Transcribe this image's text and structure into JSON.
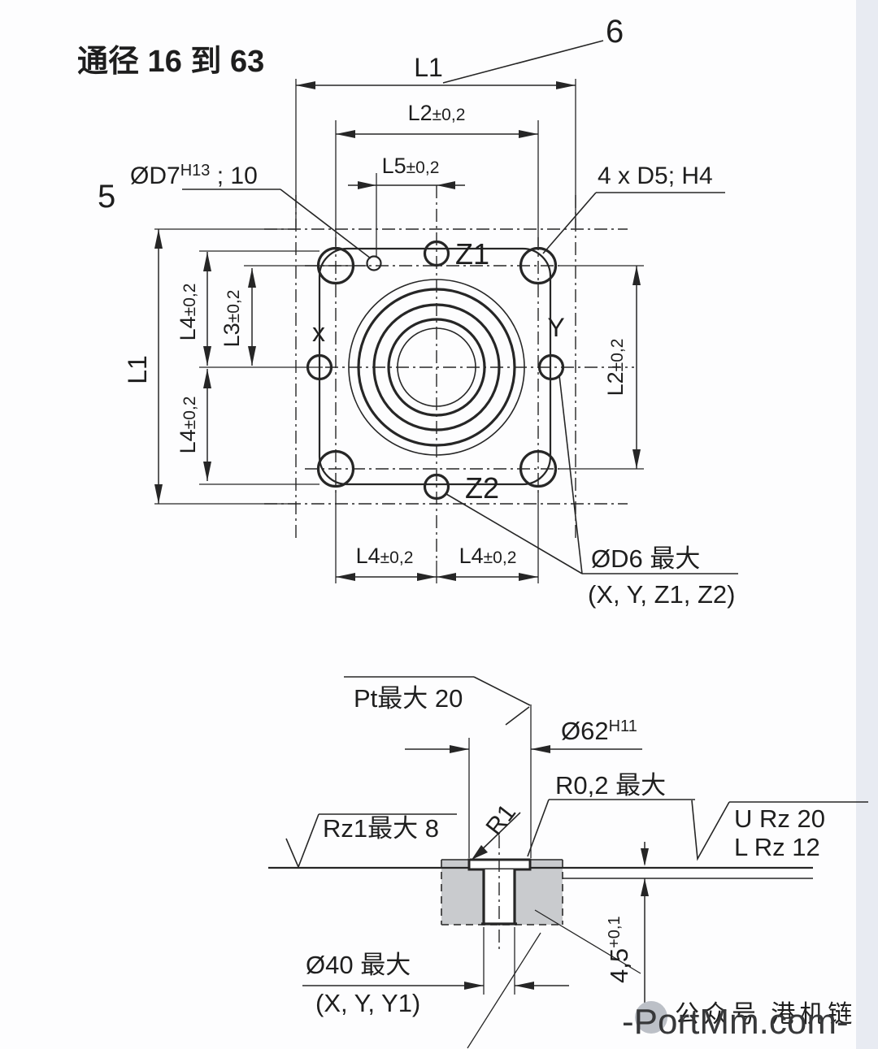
{
  "page": {
    "title": "通径 16 到 63"
  },
  "top_view": {
    "callout_6": "6",
    "callout_5": "5",
    "d7_main": "ØD7",
    "d7_sup": "H13",
    "d7_tail": " ; 10",
    "d5_callout": "4 x D5; H4",
    "l1": "L1",
    "l2": "L2",
    "l3": "L3",
    "l4": "L4",
    "l5": "L5",
    "tol": "±0,2",
    "hole_x": "x",
    "hole_y": "Y",
    "hole_z1": "Z1",
    "hole_z2": "Z2",
    "d6_line1": "ØD6 最大",
    "d6_line2": "(X, Y, Z1, Z2)"
  },
  "section_view": {
    "pt_callout": "Pt最大 20",
    "d62_main": "Ø62",
    "d62_sup": "H11",
    "r02_callout": "R0,2 最大",
    "rz1_callout": "Rz1最大 8",
    "r1_label": "R1",
    "u_rz": "U Rz 20",
    "l_rz": "L Rz 12",
    "depth_main": "4,5",
    "depth_sup": "+0,1",
    "d40_line1": "Ø40 最大",
    "d40_line2": "(X, Y, Y1)"
  },
  "watermark": {
    "faint_text": "公众号 港机链",
    "site": "-PortMm.com-"
  },
  "colors": {
    "gray_fill": "#c9cbce",
    "band": "#e8ebf2",
    "faint": "#c9ccd4",
    "ink": "#262626"
  }
}
